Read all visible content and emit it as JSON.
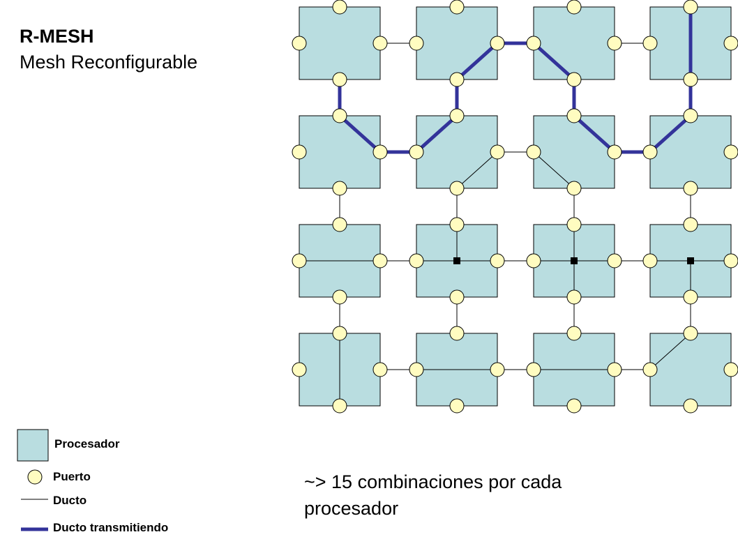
{
  "title": {
    "line1": "R-MESH",
    "line2": "Mesh Reconfigurable"
  },
  "legend": {
    "processor": "Procesador",
    "port": "Puerto",
    "bus": "Ducto",
    "bus_transmitting": "Ducto transmitiendo"
  },
  "note": "~> 15 combinaciones por cada procesador",
  "colors": {
    "processor_fill": "#b9dde0",
    "port_fill": "#fffcc0",
    "bus": "#000000",
    "bus_transmitting": "#33339a"
  },
  "mesh": {
    "rows": 4,
    "cols": 4
  }
}
